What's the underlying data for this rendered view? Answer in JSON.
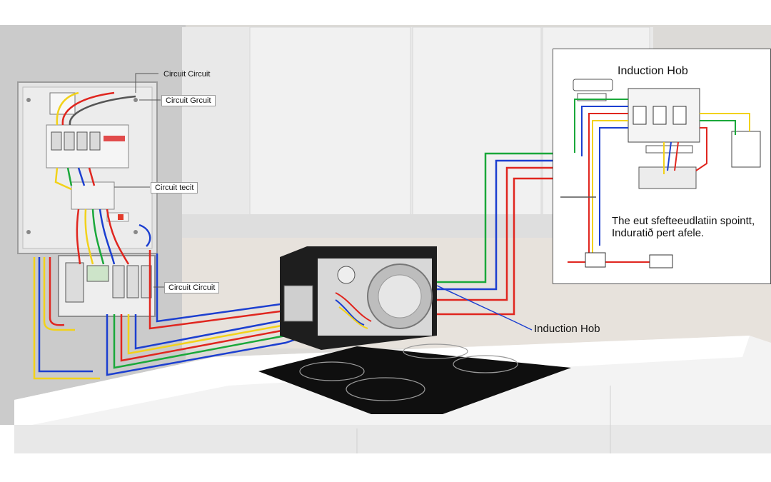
{
  "labels": {
    "top_circuit": "Circuit Circuit",
    "second_circuit": "Circuit Grcuit",
    "middle_circuit": "Circuit tecit",
    "lower_circuit": "Circuit Circuit"
  },
  "hob_label": "Induction Hob",
  "inset": {
    "title": "Induction Hob",
    "note_line1": "The eut sfefteeudlatiin spointt,",
    "note_line2": "Induratið pert afele."
  },
  "colors": {
    "wall": "#d9d7d4",
    "wall_left": "#c8c8c8",
    "cabinet": "#eeeeee",
    "counter": "#f2f2f2",
    "hob_glass": "#111111",
    "wire_red": "#e0261f",
    "wire_green": "#1aa83a",
    "wire_blue": "#1c3fd0",
    "wire_yellow": "#f2d21a",
    "wire_grey": "#555555"
  },
  "icons": [
    "breaker-icon",
    "terminal-block-icon",
    "plug-icon",
    "motor-icon"
  ]
}
